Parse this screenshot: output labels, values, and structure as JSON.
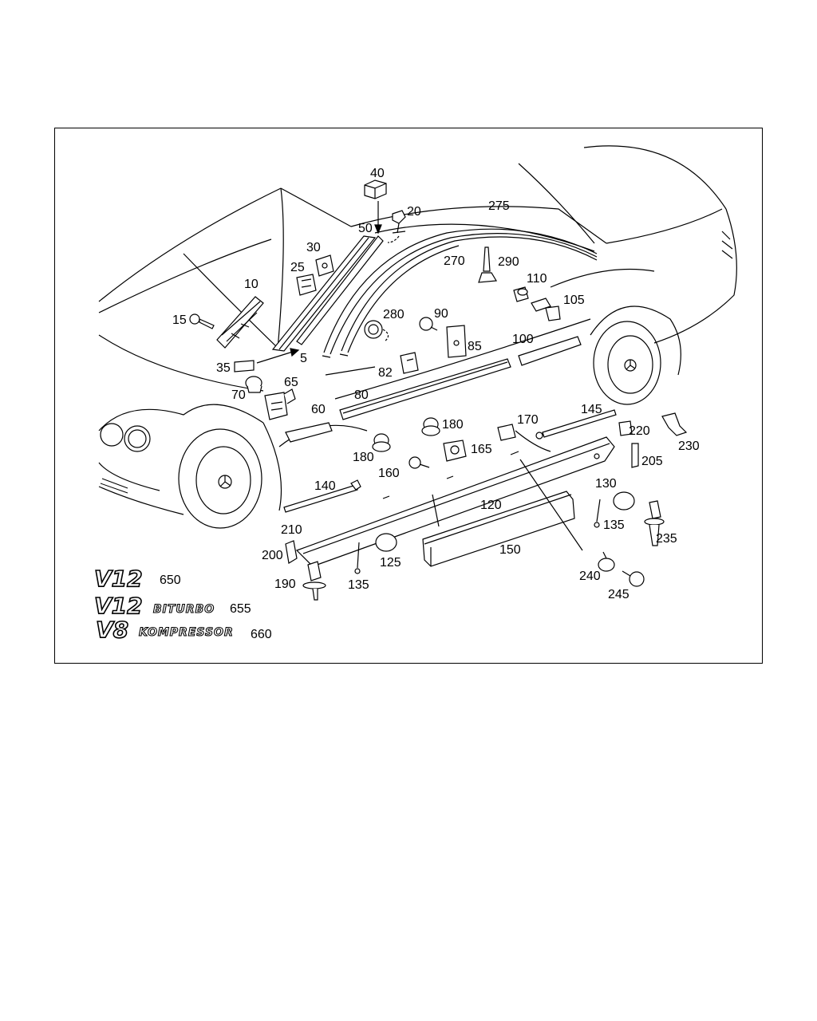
{
  "callouts": [
    {
      "id": "c5",
      "text": "5"
    },
    {
      "id": "c10",
      "text": "10"
    },
    {
      "id": "c15",
      "text": "15"
    },
    {
      "id": "c20",
      "text": "20"
    },
    {
      "id": "c25",
      "text": "25"
    },
    {
      "id": "c30",
      "text": "30"
    },
    {
      "id": "c35",
      "text": "35"
    },
    {
      "id": "c40",
      "text": "40"
    },
    {
      "id": "c50",
      "text": "50"
    },
    {
      "id": "c60",
      "text": "60"
    },
    {
      "id": "c65",
      "text": "65"
    },
    {
      "id": "c70",
      "text": "70"
    },
    {
      "id": "c80",
      "text": "80"
    },
    {
      "id": "c82",
      "text": "82"
    },
    {
      "id": "c85",
      "text": "85"
    },
    {
      "id": "c90",
      "text": "90"
    },
    {
      "id": "c100",
      "text": "100"
    },
    {
      "id": "c105",
      "text": "105"
    },
    {
      "id": "c110",
      "text": "110"
    },
    {
      "id": "c120",
      "text": "120"
    },
    {
      "id": "c125",
      "text": "125"
    },
    {
      "id": "c130",
      "text": "130"
    },
    {
      "id": "c135a",
      "text": "135"
    },
    {
      "id": "c135b",
      "text": "135"
    },
    {
      "id": "c140",
      "text": "140"
    },
    {
      "id": "c145",
      "text": "145"
    },
    {
      "id": "c150",
      "text": "150"
    },
    {
      "id": "c160",
      "text": "160"
    },
    {
      "id": "c165",
      "text": "165"
    },
    {
      "id": "c170",
      "text": "170"
    },
    {
      "id": "c180a",
      "text": "180"
    },
    {
      "id": "c180b",
      "text": "180"
    },
    {
      "id": "c190",
      "text": "190"
    },
    {
      "id": "c200",
      "text": "200"
    },
    {
      "id": "c205",
      "text": "205"
    },
    {
      "id": "c210",
      "text": "210"
    },
    {
      "id": "c220",
      "text": "220"
    },
    {
      "id": "c230",
      "text": "230"
    },
    {
      "id": "c235",
      "text": "235"
    },
    {
      "id": "c240",
      "text": "240"
    },
    {
      "id": "c245",
      "text": "245"
    },
    {
      "id": "c270",
      "text": "270"
    },
    {
      "id": "c275",
      "text": "275"
    },
    {
      "id": "c280",
      "text": "280"
    },
    {
      "id": "c290",
      "text": "290"
    }
  ],
  "badges": {
    "v12": {
      "logo": "V12",
      "number": "650"
    },
    "v12_biturbo": {
      "logo": "V12",
      "word": "BITURBO",
      "number": "655"
    },
    "v8_kompressor": {
      "logo": "V8",
      "word": "KOMPRESSOR",
      "number": "660"
    }
  }
}
